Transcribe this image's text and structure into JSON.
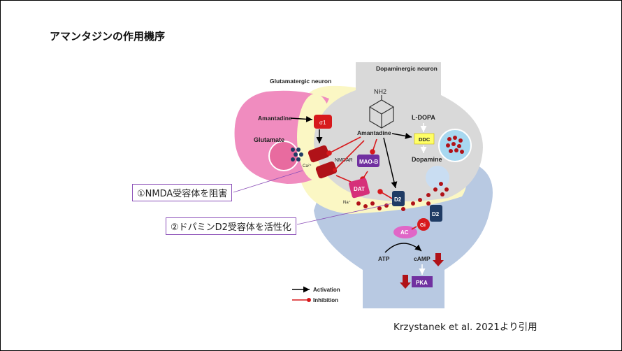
{
  "slide": {
    "title": "アマンタジンの作用機序",
    "citation": "Krzystanek et al. 2021より引用"
  },
  "callouts": {
    "nmda": "①NMDA受容体を阻害",
    "d2": "②ドパミンD2受容体を活性化"
  },
  "diagram": {
    "glutamatergic_neuron": "Glutamatergic neuron",
    "dopaminergic_neuron": "Dopaminergic neuron",
    "amantadine": "Amantadine",
    "sigma1": "σ1",
    "glutamate": "Glutamate",
    "nmdar": "NMDAR",
    "ca": "Ca²⁺",
    "nh2": "NH2",
    "mao_b": "MAO-B",
    "l_dopa": "L-DOPA",
    "ddc": "DDC",
    "dopamine": "Dopamine",
    "dat": "DAT",
    "na": "Na⁺",
    "d2_receptor": "D2",
    "gi": "Gi",
    "ac": "AC",
    "atp": "ATP",
    "camp": "cAMP",
    "pka": "PKA",
    "legend_activation": "Activation",
    "legend_inhibition": "Inhibition"
  },
  "colors": {
    "glutamatergic": "#f08cbf",
    "dopaminergic": "#d9d9d9",
    "postsynaptic": "#b7c9e2",
    "synaptic_cleft": "#fbf7c4",
    "inhibition": "#d7191c",
    "activation": "#000000",
    "callout_border": "#8b4fb8"
  }
}
